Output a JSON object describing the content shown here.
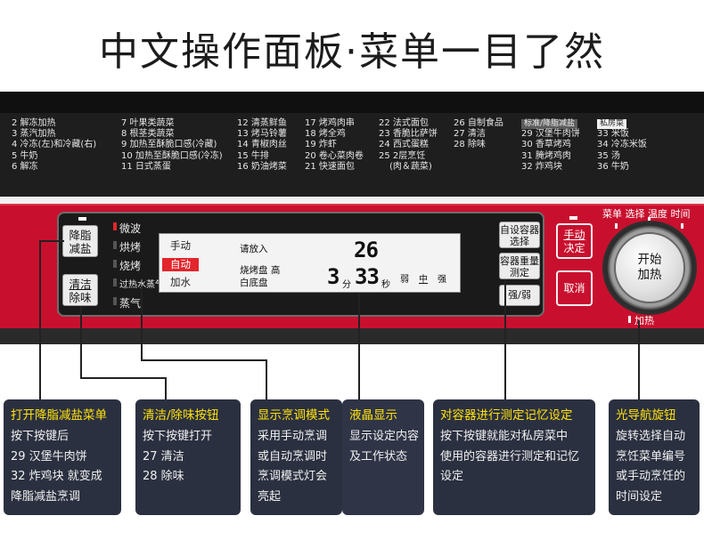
{
  "page": {
    "title": "中文操作面板·菜单一目了然"
  },
  "menu_columns": [
    [
      "2 解冻加热",
      "3 蒸汽加热",
      "4 冷冻(左)和冷藏(右)",
      "5 牛奶",
      "6 解冻"
    ],
    [
      "7 叶果类蔬菜",
      "8 根茎类蔬菜",
      "9 加热至酥脆口感(冷藏)",
      "10 加热至酥脆口感(冷冻)",
      "11 日式蒸蛋"
    ],
    [
      "12 清蒸鲜鱼",
      "13 烤马铃薯",
      "14 青椒肉丝",
      "15 牛排",
      "16 奶油烤菜"
    ],
    [
      "17 烤鸡肉串",
      "18 烤全鸡",
      "19 炸虾",
      "20 卷心菜肉卷",
      "21 快速面包"
    ],
    [
      "22 法式面包",
      "23 香脆比萨饼",
      "24 西式蛋糕",
      "25 2层烹饪",
      "(肉＆蔬菜)"
    ],
    [
      "26 自制食品",
      "27 清洁",
      "28 除味"
    ],
    [
      "29 汉堡牛肉饼",
      "30 香草烤鸡",
      "31 腌烤鸡肉",
      "32 炸鸡块"
    ],
    [
      "33 米饭",
      "34 冷冻米饭",
      "35 汤",
      "36 牛奶"
    ]
  ],
  "menu_tags": {
    "low_fat": "标准/降脂减盐",
    "private": "私房菜"
  },
  "panel": {
    "reduce_btn": [
      "降脂",
      "减盐"
    ],
    "clean_btn": [
      "清洁",
      "除味"
    ],
    "modes": [
      "微波",
      "烘烤",
      "烧烤",
      "过热水蒸气",
      "蒸气"
    ],
    "lcd": {
      "modes": [
        "手动",
        "自动",
        "加水"
      ],
      "active_mode": "自动",
      "prompt": "请放入",
      "items": [
        "烧烤盘 高",
        "白底盘"
      ],
      "menu_no": "26",
      "minutes": "3",
      "min_unit": "分",
      "seconds": "33",
      "sec_unit": "秒",
      "levels": [
        "弱",
        "中",
        "强"
      ]
    },
    "container_btn": [
      "自设容器",
      "选择"
    ],
    "weigh_btn": [
      "容器重量",
      "测定"
    ],
    "strength_btn": "强/弱",
    "manual_btn": [
      "手动",
      "决定"
    ],
    "cancel_btn": "取消",
    "dial_top": "菜单 选择 温度 时间",
    "dial": [
      "开始",
      "加热"
    ],
    "heat_label": "加热"
  },
  "callouts": [
    {
      "title": "打开降脂减盐菜单",
      "lines": [
        "按下按键后",
        "29 汉堡牛肉饼",
        "32 炸鸡块 就变成",
        "降脂减盐烹调"
      ]
    },
    {
      "title": "清洁/除味按钮",
      "lines": [
        "按下按键打开",
        "27 清洁",
        "28 除味"
      ]
    },
    {
      "title": "显示烹调模式",
      "lines": [
        "采用手动烹调",
        "或自动烹调时",
        "烹调模式灯会",
        "亮起"
      ]
    },
    {
      "title": "液晶显示",
      "lines": [
        "显示设定内容",
        "及工作状态"
      ]
    },
    {
      "title": "对容器进行测定记忆设定",
      "lines": [
        "按下按键就能对私房菜中",
        "使用的容器进行测定和记忆",
        "设定"
      ]
    },
    {
      "title": "光导航旋钮",
      "lines": [
        "旋转选择自动",
        "烹饪菜单编号",
        "或手动烹饪的",
        "时间设定"
      ]
    }
  ],
  "colors": {
    "panel_red": "#c8102e",
    "callout_bg": "#2b3040",
    "callout_title": "#ffe20c",
    "lcd_active": "#e2262c"
  }
}
